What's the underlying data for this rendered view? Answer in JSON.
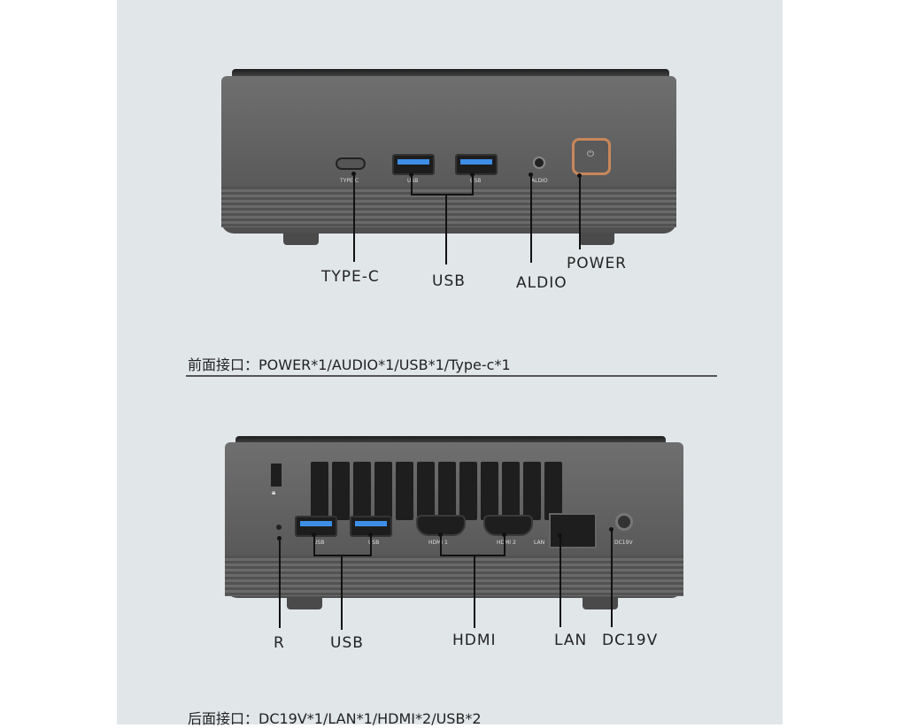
{
  "front": {
    "port_labels": {
      "typec": "TYPE-C",
      "usb1": "USB",
      "usb2": "USB",
      "audio": "ALDIO"
    },
    "callouts": {
      "typec": "TYPE-C",
      "usb": "USB",
      "audio": "ALDIO",
      "power": "POWER"
    },
    "caption": "前面接口：POWER*1/AUDIO*1/USB*1/Type-c*1"
  },
  "rear": {
    "port_labels": {
      "usb1": "USB",
      "usb2": "USB",
      "hdmi1": "HDMI 1",
      "hdmi2": "HDMI 2",
      "lan": "LAN",
      "dc": "DC19V"
    },
    "callouts": {
      "reset": "R",
      "usb": "USB",
      "hdmi": "HDMI",
      "lan": "LAN",
      "dc": "DC19V"
    },
    "caption": "后面接口：DC19V*1/LAN*1/HDMI*2/USB*2"
  },
  "colors": {
    "usb_blue": "#3d8fe6",
    "power_ring": "#c9875a",
    "panel": "#e1e6e9"
  }
}
